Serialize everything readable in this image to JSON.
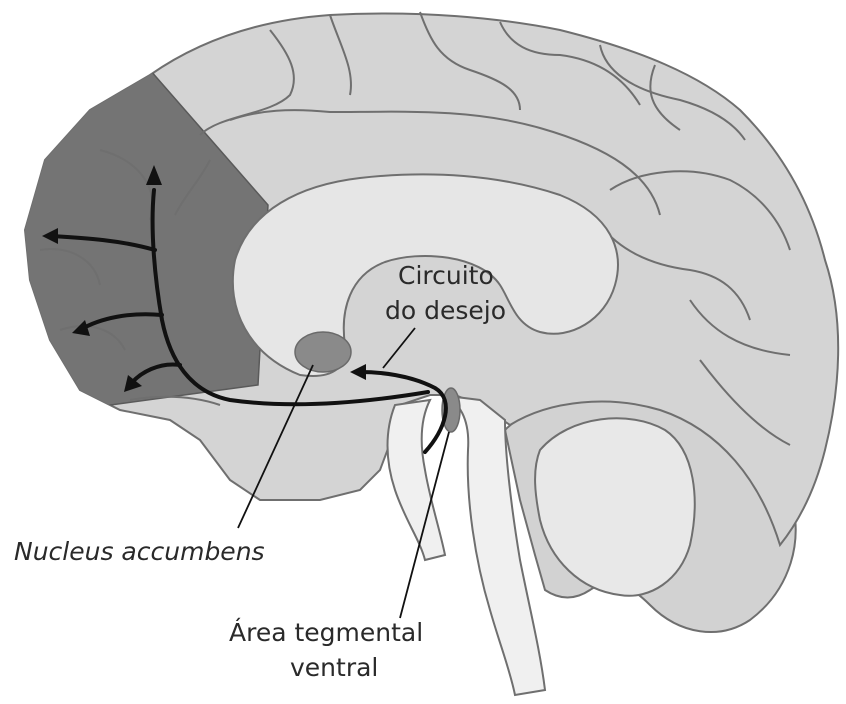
{
  "labels": {
    "circuit_line1": "Circuito",
    "circuit_line2": "do desejo",
    "nucleus": "Nucleus accumbens",
    "vta_line1": "Área tegmental",
    "vta_line2": "ventral"
  },
  "colors": {
    "brain_fill": "#d4d4d4",
    "prefrontal_fill": "#747474",
    "inner_light": "#e6e6e6",
    "outline": "#6f6f6f",
    "pathway": "#111111",
    "nucleus_fill": "#8a8a8a"
  }
}
